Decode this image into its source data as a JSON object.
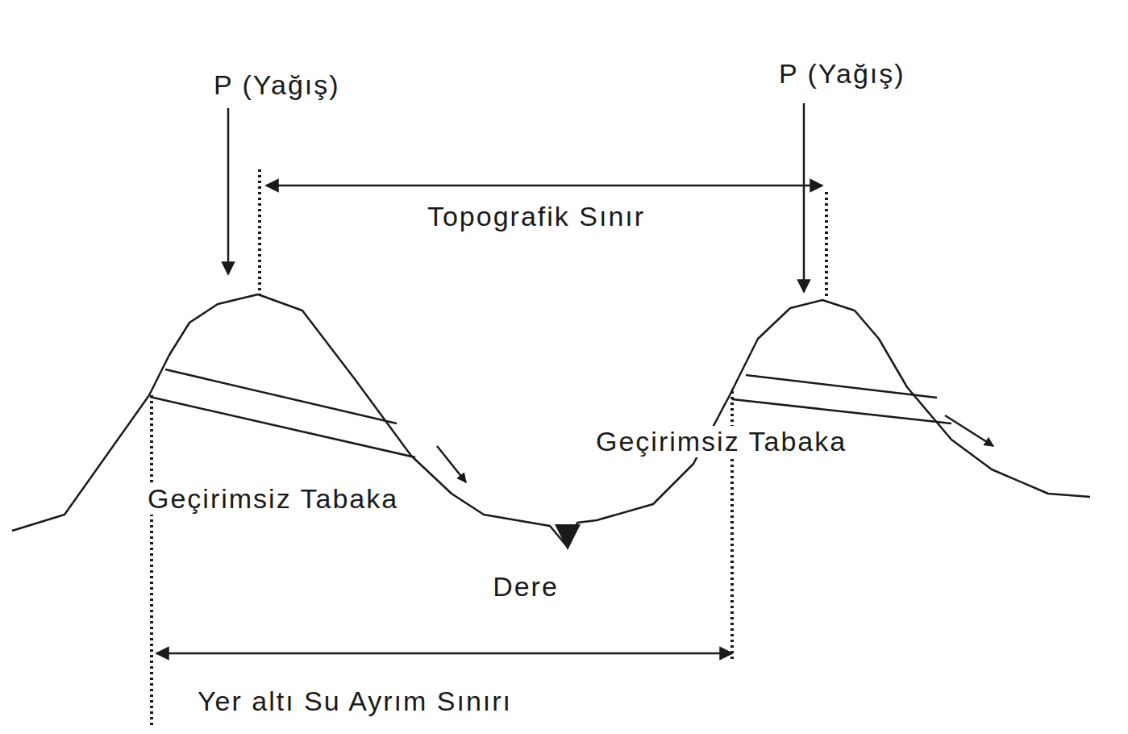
{
  "diagram": {
    "labels": [
      "P (Yağış)",
      "P (Yağış)",
      "Topografik Sınır",
      "Geçirimsiz Tabaka",
      "Geçirimsiz Tabaka",
      "Dere",
      "Yer altı Su Ayrım Sınırı"
    ]
  }
}
